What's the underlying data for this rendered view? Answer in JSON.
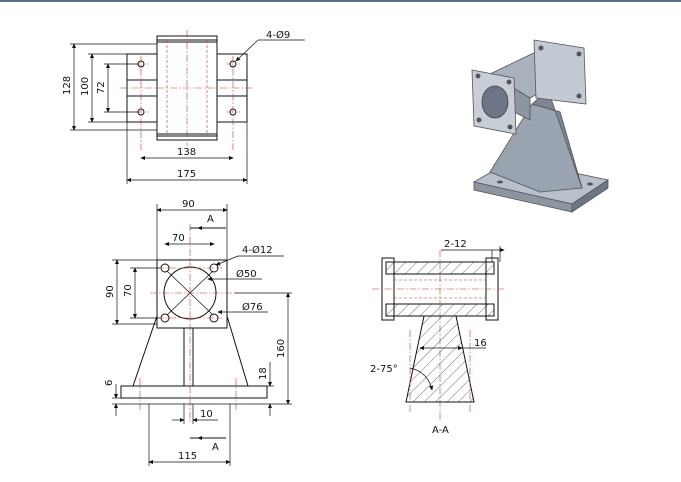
{
  "colors": {
    "line": "#111111",
    "centerline": "#c0392b",
    "part_light": "#b8c0cc",
    "part_mid": "#9aa3b0",
    "part_dark": "#6d7684",
    "top_border": "#5b6f86"
  },
  "top_view": {
    "hole_note": "4-Ø9",
    "dim_128": "128",
    "dim_100": "100",
    "dim_72": "72",
    "dim_138": "138",
    "dim_175": "175"
  },
  "front_view": {
    "dim_90": "90",
    "section_mark_top": "A",
    "dim_70_h": "70",
    "hole_note": "4-Ø12",
    "dim_50": "Ø50",
    "dim_76": "Ø76",
    "dim_90_v": "90",
    "dim_70_v": "70",
    "dim_160": "160",
    "dim_18": "18",
    "dim_6": "6",
    "dim_10": "10",
    "section_mark_bottom": "A",
    "dim_115": "115"
  },
  "section_view": {
    "chamfer_note": "2-12",
    "dim_16": "16",
    "angle_note": "2-75°",
    "title": "A-A"
  }
}
